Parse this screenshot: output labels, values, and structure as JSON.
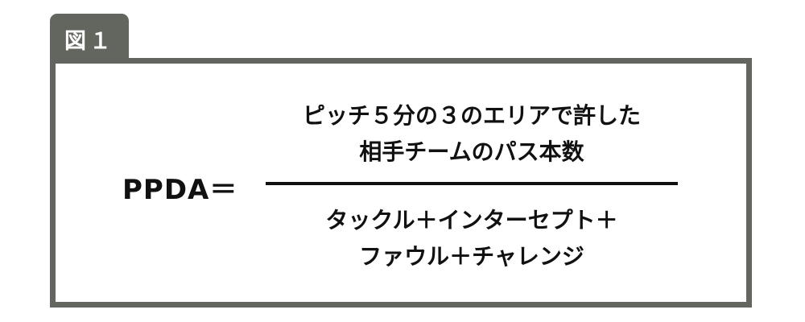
{
  "figure_tab": {
    "label": "図１"
  },
  "formula": {
    "lhs": "PPDA＝",
    "numerator": [
      "ピッチ５分の３のエリアで許した",
      "相手チームのパス本数"
    ],
    "denominator": [
      "タックル＋インターセプト＋",
      "ファウル＋チャレンジ"
    ]
  },
  "colors": {
    "frame": "#63665e",
    "text": "#111111"
  }
}
